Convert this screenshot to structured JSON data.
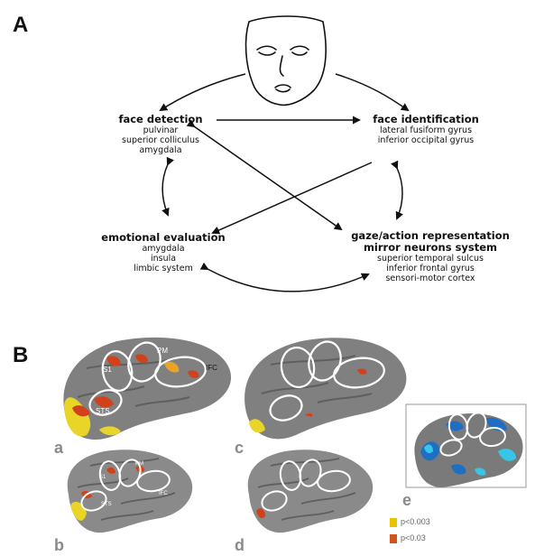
{
  "panels": {
    "a": "A",
    "b": "B"
  },
  "nodes": {
    "face_detection": {
      "title": "face detection",
      "regions": [
        "pulvinar",
        "superior colliculus",
        "amygdala"
      ]
    },
    "face_identification": {
      "title": "face identification",
      "regions": [
        "lateral fusiform gyrus",
        "inferior occipital gyrus"
      ]
    },
    "emotional_evaluation": {
      "title": "emotional evaluation",
      "regions": [
        "amygdala",
        "insula",
        "limbic system"
      ]
    },
    "gaze_action": {
      "title": "gaze/action representation",
      "title2": "mirror neurons system",
      "regions": [
        "superior temporal sulcus",
        "inferior frontal gyrus",
        "sensori-motor cortex"
      ]
    }
  },
  "brain_labels": {
    "pm": "PM",
    "s1": "S1",
    "ifc": "IFC",
    "sts": "STS"
  },
  "sub_panels": [
    "a",
    "b",
    "c",
    "d",
    "e"
  ],
  "legend": {
    "high": "p<0.003",
    "low": "p<0.03",
    "high_color": "#e8c400",
    "low_color": "#d0541c"
  },
  "colors": {
    "cortex_dark": "#6e6e6e",
    "cortex_light": "#9a9a9a",
    "activation_red": "#d2421a",
    "activation_yellow": "#e9d428",
    "activation_blue": "#1e6fc4",
    "activation_cyan": "#38c6e6",
    "roi": "#ffffff"
  }
}
